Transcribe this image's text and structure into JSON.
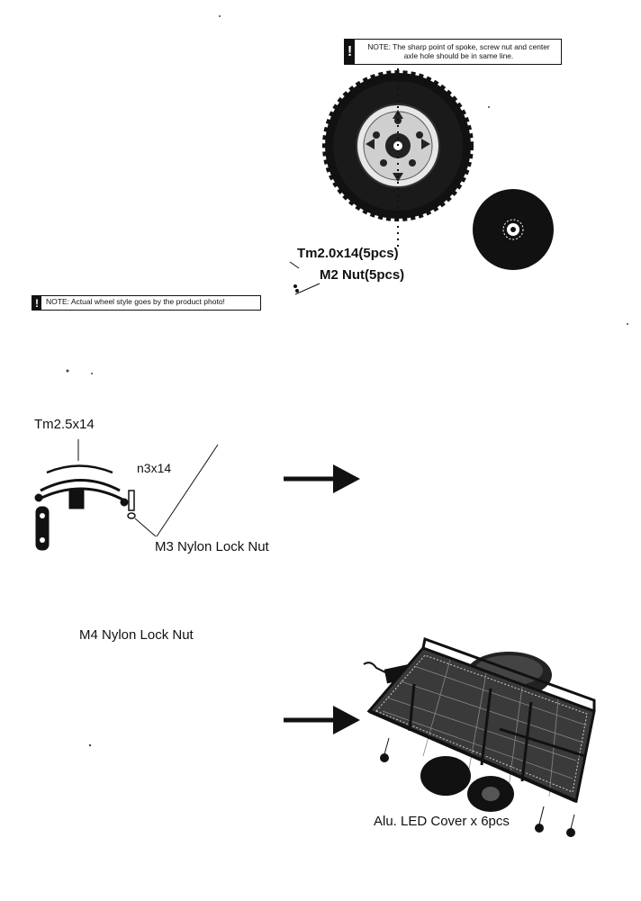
{
  "notes": {
    "spoke_alignment": "NOTE: The sharp point of spoke, screw nut and center axle hole should be in same line.",
    "wheel_style": "NOTE: Actual wheel style goes by the product photo!"
  },
  "labels": {
    "tm2_screw": "Tm2.0x14(5pcs)",
    "m2_nut": "M2 Nut(5pcs)",
    "tm25_screw": "Tm2.5x14",
    "n3_screw": "n3x14",
    "m3_nut": "M3 Nylon Lock Nut",
    "m4_nut": "M4 Nylon Lock Nut",
    "led_cover": "Alu. LED Cover x 6pcs"
  },
  "icons": [
    "warning-icon",
    "arrow-right-icon"
  ]
}
